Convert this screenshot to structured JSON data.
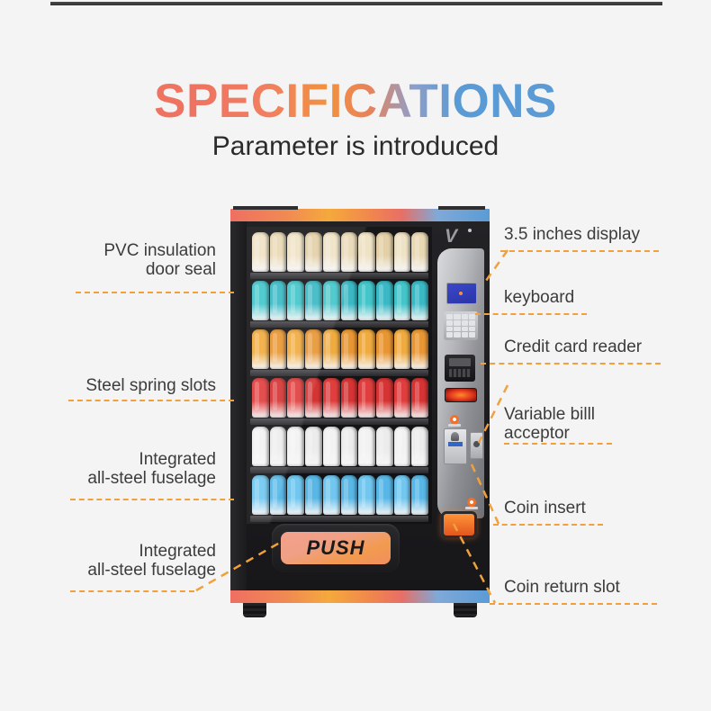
{
  "header": {
    "title": "SPECIFICATIONS",
    "subtitle": "Parameter is introduced",
    "gradient_start": "#ef7361",
    "gradient_mid": "#f2913f",
    "gradient_end": "#5b9bd5"
  },
  "machine": {
    "logo": "V",
    "push_label": "PUSH",
    "accent_top_strip": "#ef6f62",
    "accent_blue": "#5b9bd5",
    "body_color": "#1b1b1e",
    "display_color": "#3b47c8",
    "coin_return_color": "#e2561e",
    "shelves": [
      {
        "name": "snack-row",
        "colors": [
          "#efe2c4",
          "#e8d7b2",
          "#efe2c4",
          "#e3cfa6",
          "#efe2c4",
          "#e8d7b2",
          "#efe2c4",
          "#e3cfa6",
          "#efe2c4",
          "#e8d7b2"
        ]
      },
      {
        "name": "teal-bottle-row",
        "colors": [
          "#3fc4c9",
          "#36b8c4",
          "#3fc4c9",
          "#36b8c4",
          "#3fc4c9",
          "#36b8c4",
          "#3fc4c9",
          "#36b8c4",
          "#3fc4c9",
          "#36b8c4"
        ]
      },
      {
        "name": "amber-bottle-row",
        "colors": [
          "#f0a93c",
          "#e8942f",
          "#f0a93c",
          "#e8942f",
          "#f0a93c",
          "#e8942f",
          "#f0a93c",
          "#e8942f",
          "#f0a93c",
          "#e8942f"
        ]
      },
      {
        "name": "red-label-row",
        "colors": [
          "#e03a3a",
          "#d53030",
          "#e03a3a",
          "#d53030",
          "#e03a3a",
          "#d53030",
          "#e03a3a",
          "#d53030",
          "#e03a3a",
          "#d53030"
        ]
      },
      {
        "name": "white-red-row",
        "colors": [
          "#f2f2f2",
          "#ececec",
          "#f2f2f2",
          "#ececec",
          "#f2f2f2",
          "#ececec",
          "#f2f2f2",
          "#ececec",
          "#f2f2f2",
          "#ececec"
        ]
      },
      {
        "name": "blue-can-row",
        "colors": [
          "#6ec6f0",
          "#55b6e6",
          "#6ec6f0",
          "#55b6e6",
          "#6ec6f0",
          "#55b6e6",
          "#6ec6f0",
          "#55b6e6",
          "#6ec6f0",
          "#55b6e6"
        ]
      }
    ]
  },
  "annotations": {
    "left": [
      {
        "id": "pvc-insulation-door-seal",
        "text": "PVC insulation\ndoor seal"
      },
      {
        "id": "steel-spring-slots",
        "text": "Steel spring slots"
      },
      {
        "id": "integrated-all-steel-fuselage-1",
        "text": "Integrated\nall-steel fuselage"
      },
      {
        "id": "integrated-all-steel-fuselage-2",
        "text": "Integrated\nall-steel fuselage"
      }
    ],
    "right": [
      {
        "id": "display",
        "text": "3.5 inches display"
      },
      {
        "id": "keyboard",
        "text": "keyboard"
      },
      {
        "id": "credit-card-reader",
        "text": "Credit card reader"
      },
      {
        "id": "variable-bill-acceptor",
        "text": "Variable billl\nacceptor"
      },
      {
        "id": "coin-insert",
        "text": "Coin insert"
      },
      {
        "id": "coin-return-slot",
        "text": "Coin return slot"
      }
    ],
    "leader_color": "#f0a13c"
  }
}
